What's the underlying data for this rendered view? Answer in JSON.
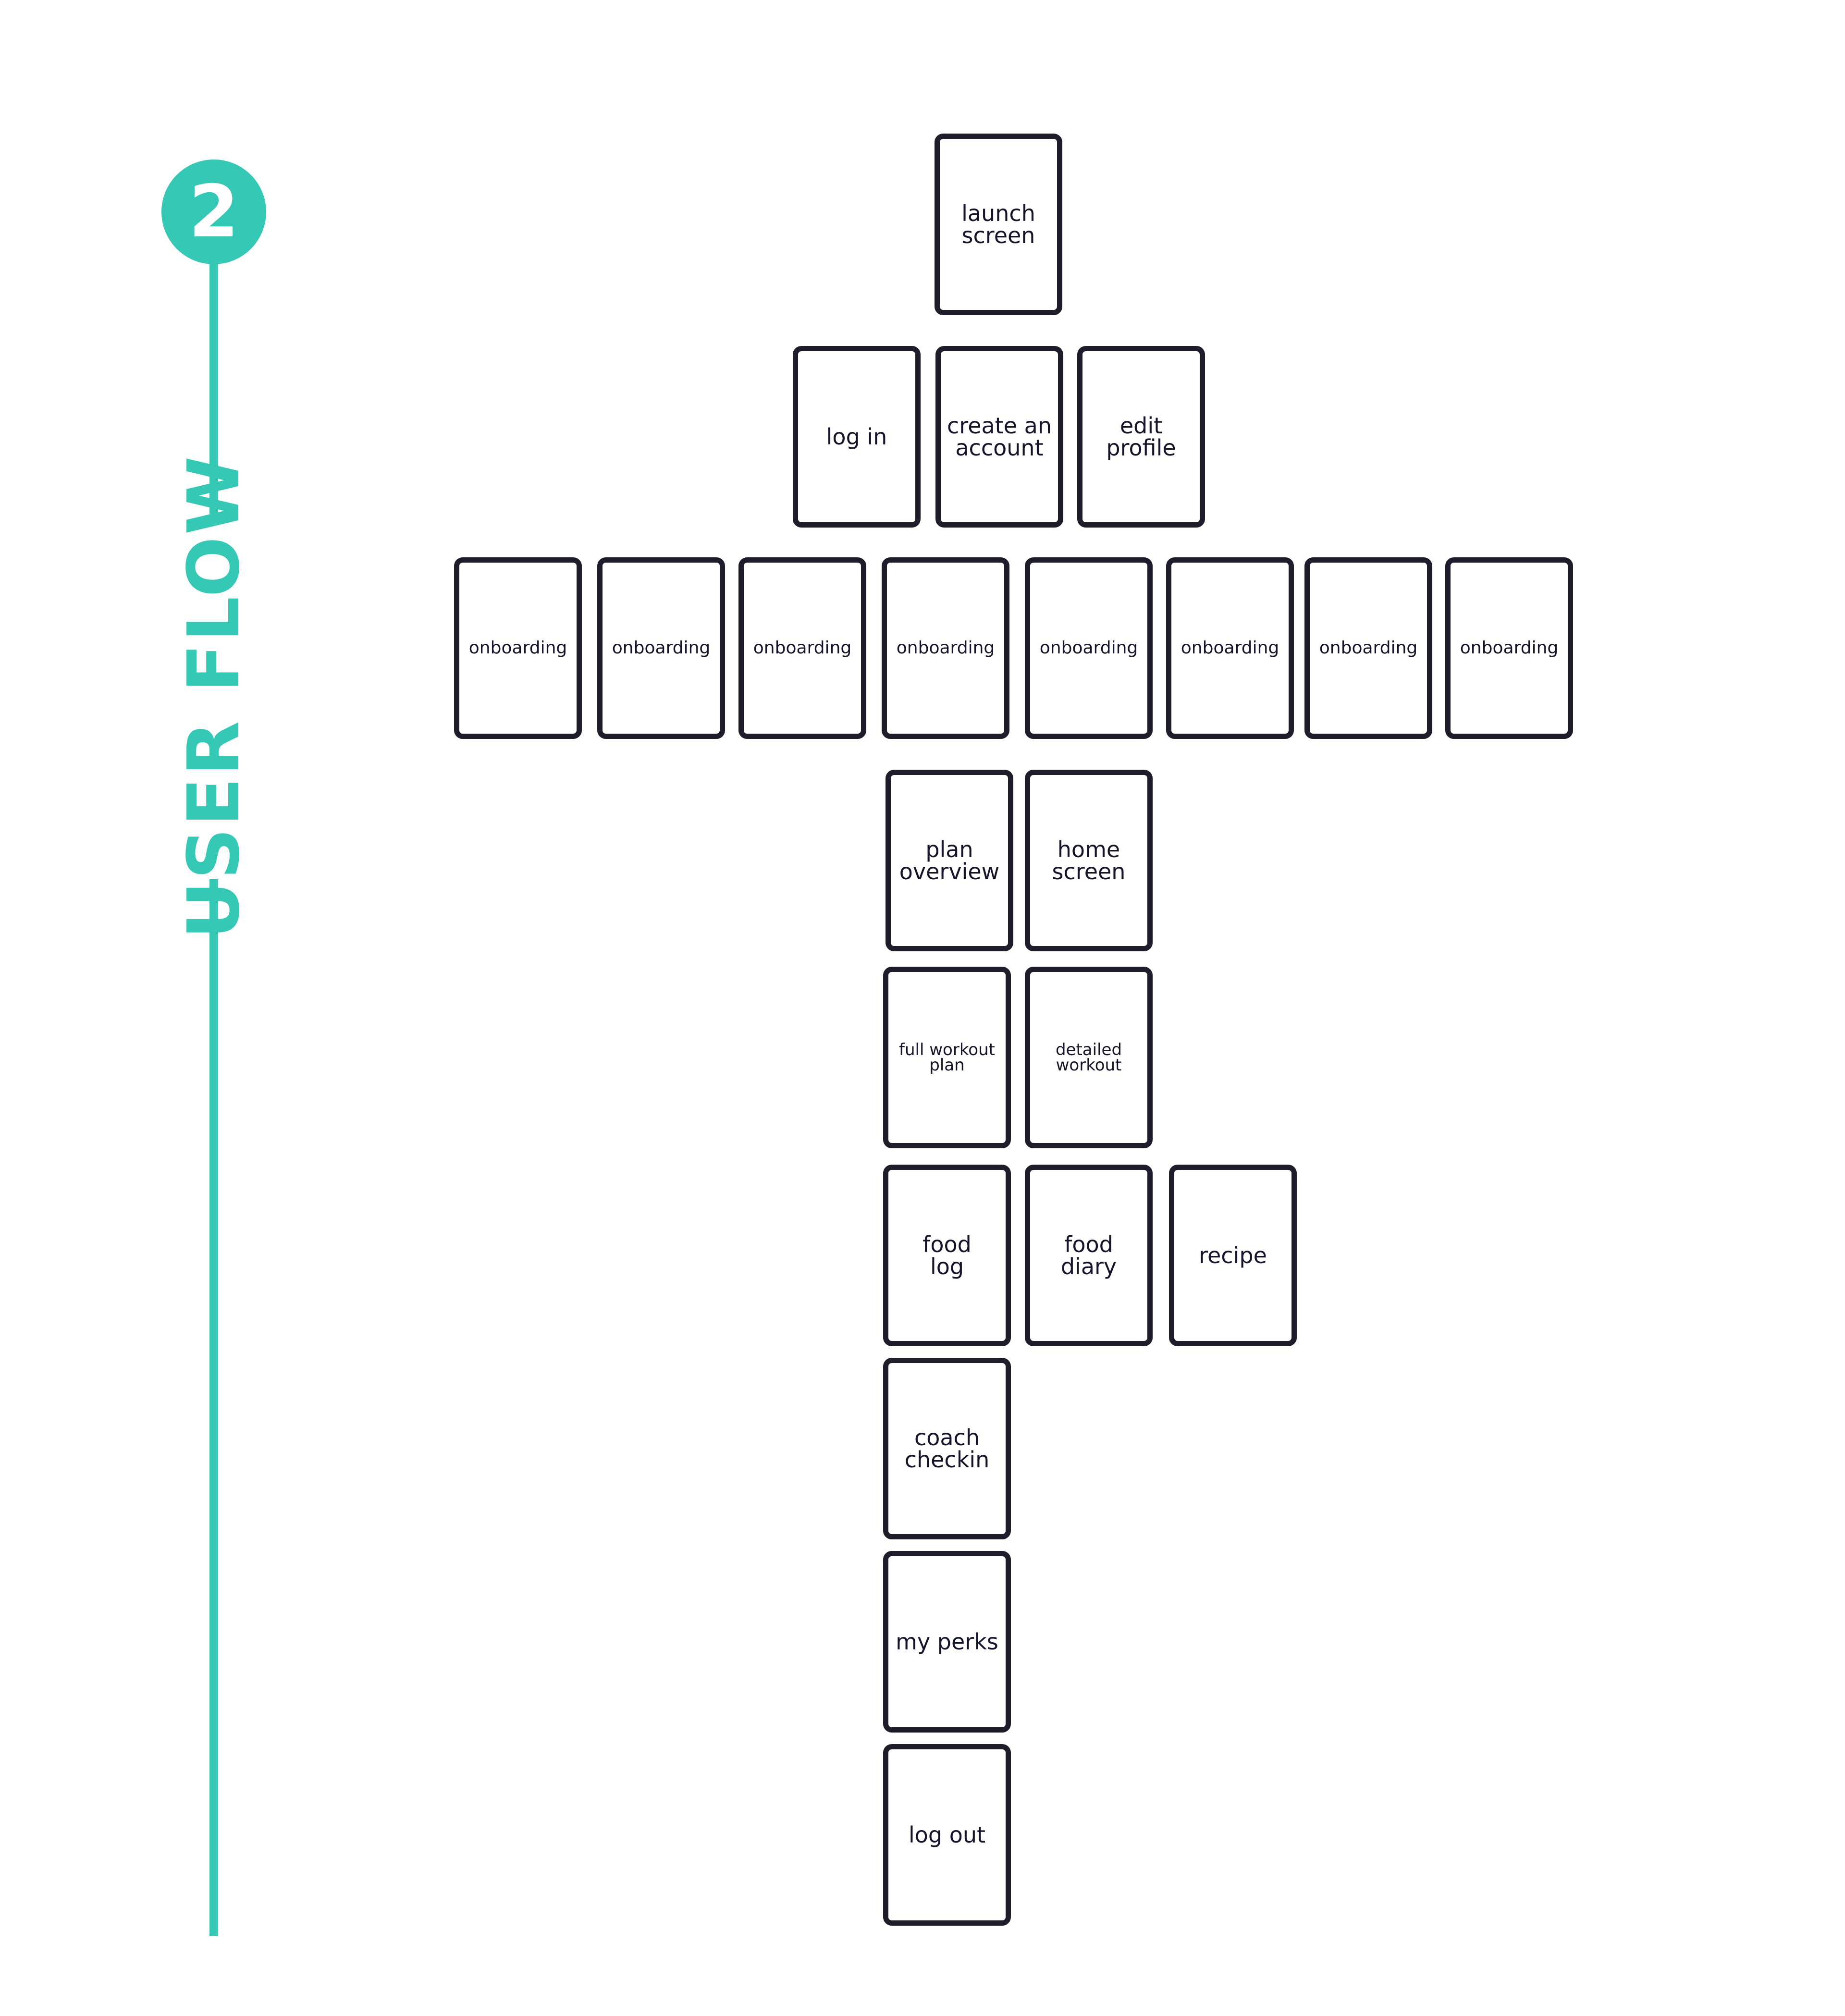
{
  "section": {
    "number": "2",
    "title": "USER FLOW"
  },
  "screens": {
    "launch": "launch\nscreen",
    "login": "log in",
    "create_account": "create an\naccount",
    "edit_profile": "edit\nprofile",
    "onboarding": [
      "onboarding",
      "onboarding",
      "onboarding",
      "onboarding",
      "onboarding",
      "onboarding",
      "onboarding",
      "onboarding"
    ],
    "plan_overview": "plan\noverview",
    "home_screen": "home\nscreen",
    "full_workout_plan": "full workout\nplan",
    "detailed_workout": "detailed\nworkout",
    "food_log": "food\nlog",
    "food_diary": "food\ndiary",
    "recipe": "recipe",
    "coach_checkin": "coach\ncheckin",
    "my_perks": "my perks",
    "log_out": "log out"
  },
  "colors": {
    "accent": "#35c8b4",
    "card_border": "#1d1d2b"
  }
}
